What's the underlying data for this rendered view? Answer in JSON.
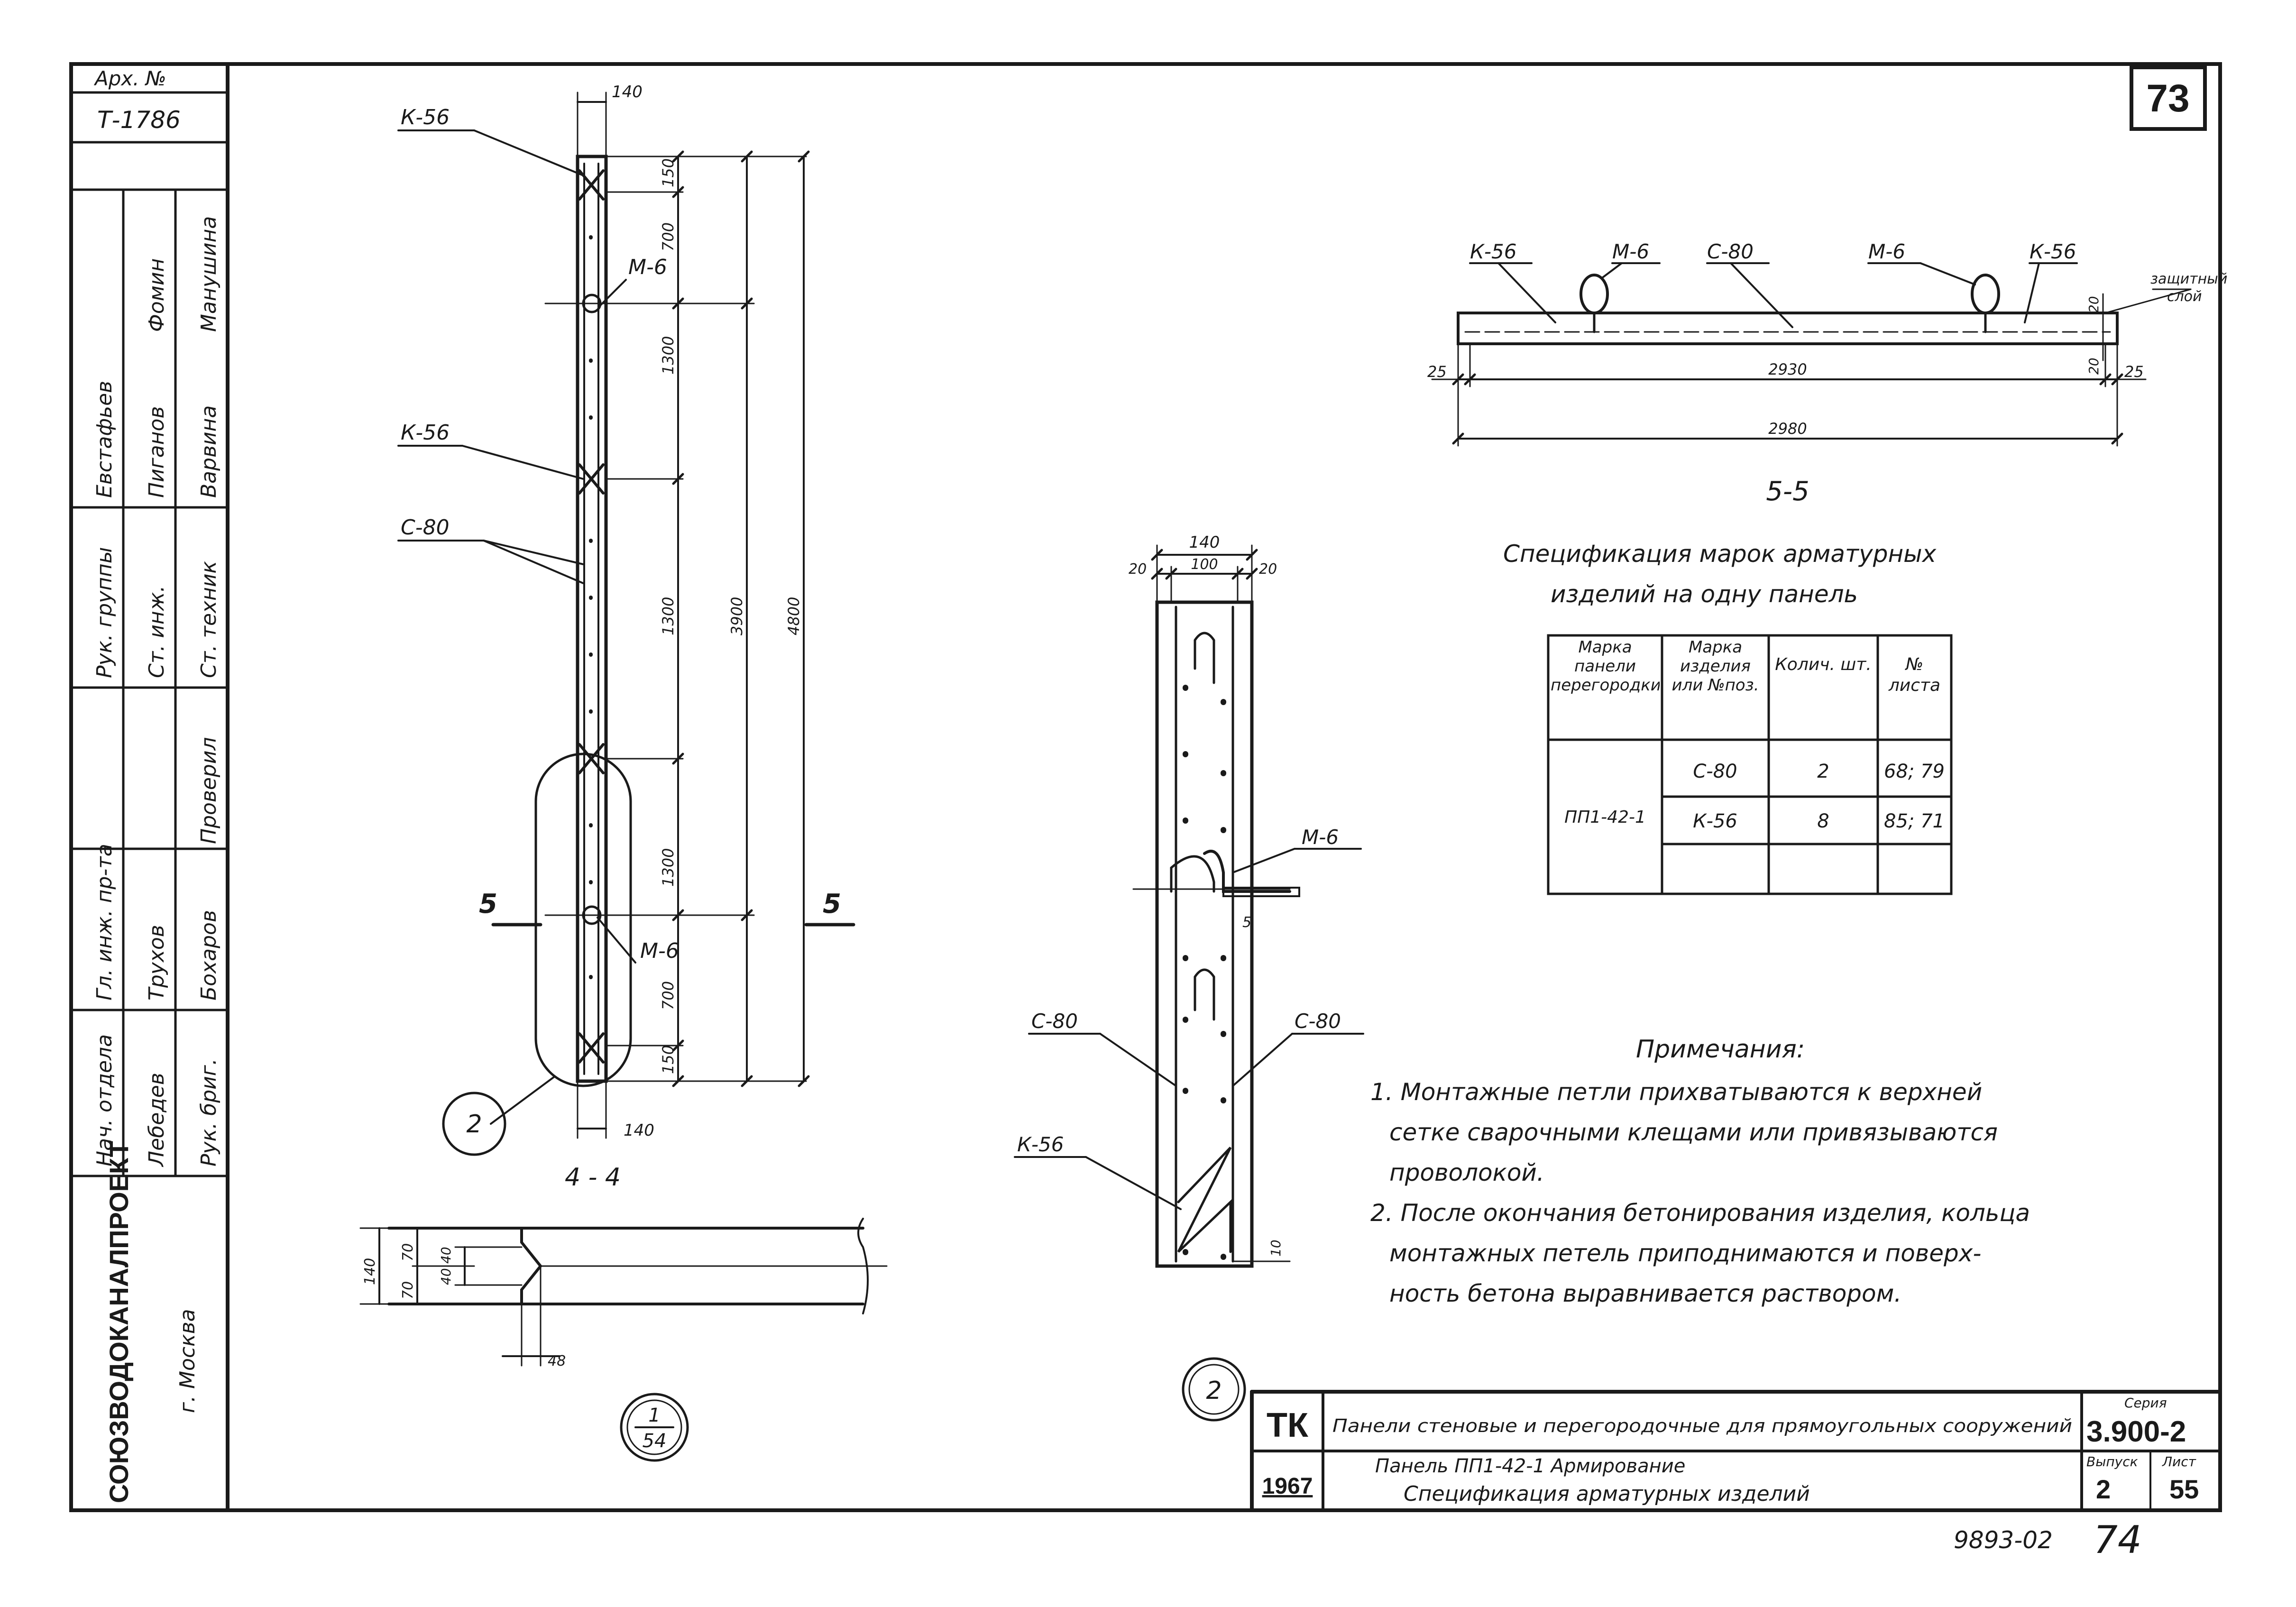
{
  "sheet": {
    "sheet_number": "73",
    "archive_label": "Арх. №",
    "archive_number": "Т-1786",
    "page_number": "74",
    "order_number": "9893-02"
  },
  "organization": {
    "name": "СОЮЗВОДОКАНАЛПРОЕКТ",
    "city": "г. Москва"
  },
  "staff": [
    {
      "role": "Нач. отдела",
      "name": "Лебедев"
    },
    {
      "role": "Гл. инж. пр-та",
      "name": "Трухов"
    },
    {
      "role": "Рук. бриг.",
      "name": "Бохаров"
    },
    {
      "role": "Рук. группы",
      "name": "Евстафьев"
    },
    {
      "role": "Ст. инж.",
      "name": "Пиганов"
    },
    {
      "role": "Ст. техник",
      "name": "Варвина"
    },
    {
      "role": "Проверил",
      "name": "Манушина"
    },
    {
      "role": "",
      "name": "Фомин"
    }
  ],
  "labels": {
    "k56": "К-56",
    "m6": "М-6",
    "c80": "С-80",
    "section_5": "5",
    "callout_2": "2",
    "section_44": "4 - 4",
    "section_55": "5-5",
    "detail_num": "1",
    "detail_sheet": "54",
    "protective_layer_1": "защитный",
    "protective_layer_2": "слой"
  },
  "dimensions": {
    "d140": "140",
    "d150": "150",
    "d700": "700",
    "d1300": "1300",
    "d3900": "3900",
    "d4800": "4800",
    "d20": "20",
    "d100": "100",
    "d5": "5",
    "d10": "10",
    "d25": "25",
    "d2930": "2930",
    "d2980": "2980",
    "d70": "70",
    "d40": "40",
    "d48": "48"
  },
  "spec_table": {
    "title_line1": "Спецификация марок арматурных",
    "title_line2": "изделий на одну панель",
    "headers": [
      "Марка панели перегородки",
      "Марка изделия или №поз.",
      "Колич. шт.",
      "№ листа"
    ],
    "panel": "ПП1-42-1",
    "rows": [
      {
        "item": "С-80",
        "qty": "2",
        "sheet": "68; 79"
      },
      {
        "item": "К-56",
        "qty": "8",
        "sheet": "85; 71"
      }
    ]
  },
  "notes": {
    "title": "Примечания:",
    "lines": [
      "1. Монтажные петли прихватываются к верхней",
      "сетке сварочными клещами или привязываются",
      "проволокой.",
      "2. После окончания бетонирования изделия, кольца",
      "монтажных петель приподнимаются и поверх-",
      "ность бетона выравнивается раствором."
    ]
  },
  "title_block": {
    "org_code": "ТК",
    "year": "1967",
    "main_title": "Панели стеновые и перегородочные для прямоугольных сооружений",
    "subtitle_1": "Панель ПП1-42-1 Армирование",
    "subtitle_2": "Спецификация арматурных изделий",
    "series_label": "Серия",
    "series": "3.900-2",
    "issue_label": "Выпуск",
    "issue": "2",
    "sheet_label": "Лист",
    "sheet": "55"
  }
}
